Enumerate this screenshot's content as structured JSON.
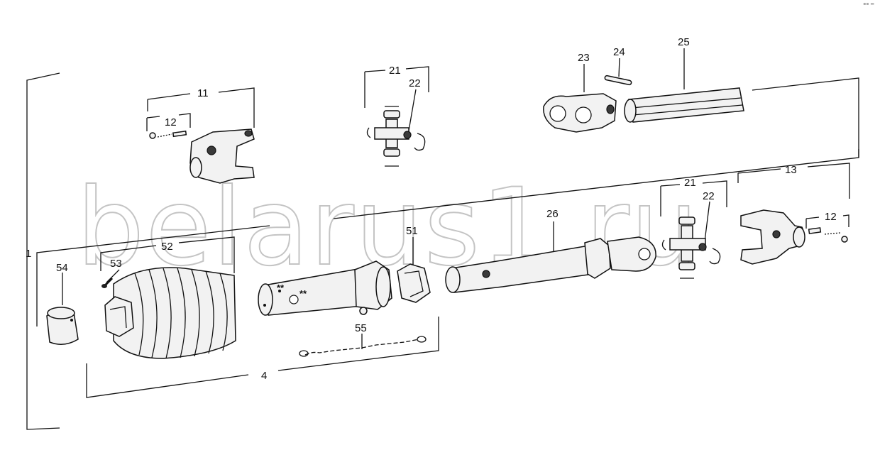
{
  "watermark": "belarus1.ru",
  "corner_mark": "▪▪ ▬",
  "labels": {
    "l1": "1",
    "l4": "4",
    "l11": "11",
    "l12a": "12",
    "l12b": "12",
    "l13": "13",
    "l21a": "21",
    "l21b": "21",
    "l22a": "22",
    "l22b": "22",
    "l23": "23",
    "l24": "24",
    "l25": "25",
    "l26": "26",
    "l51": "51",
    "l52": "52",
    "l53": "53",
    "l54": "54",
    "l55": "55"
  },
  "markers": {
    "a1": "**",
    "a2": "**"
  }
}
